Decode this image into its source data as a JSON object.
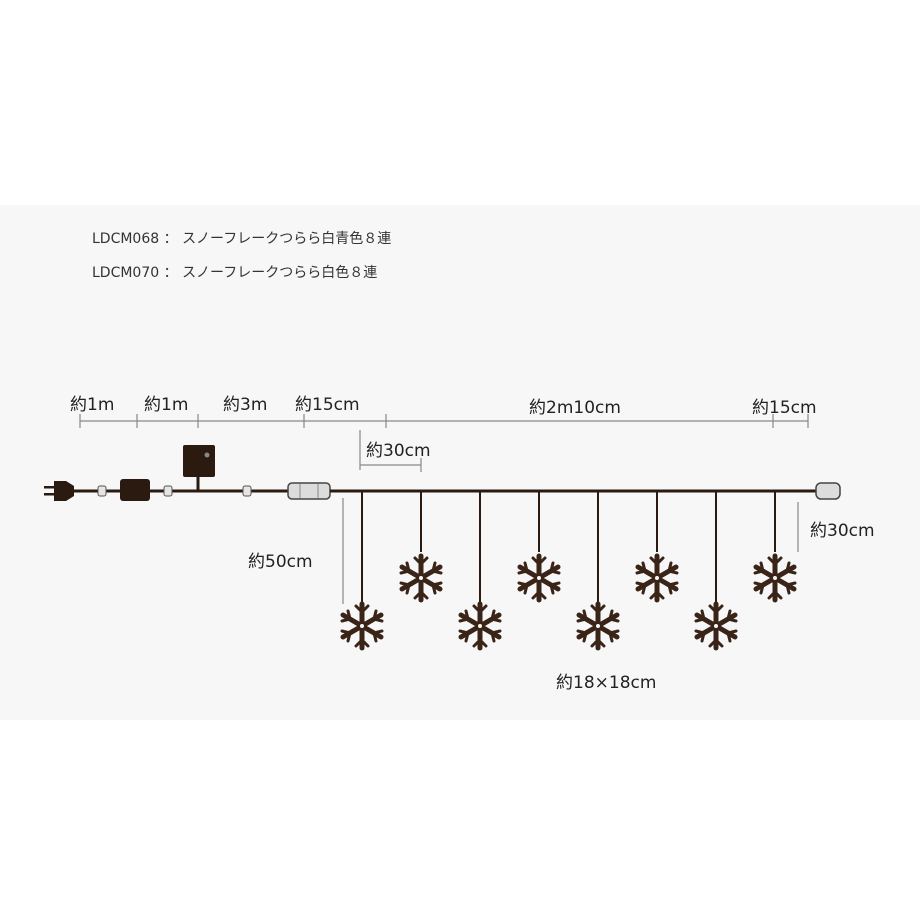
{
  "models": [
    {
      "code": "LDCM068",
      "separator": "：",
      "name": "スノーフレークつらら白青色８連"
    },
    {
      "code": "LDCM070",
      "separator": "：",
      "name": "スノーフレークつらら白色８連"
    }
  ],
  "dimensions": {
    "cord_1": "約1m",
    "cord_2": "約1m",
    "cord_3": "約3m",
    "lead": "約15cm",
    "main_span": "約2m10cm",
    "tail": "約15cm",
    "strand_spacing": "約30cm",
    "drop_length": "約50cm",
    "tail_drop": "約30cm",
    "motif_size": "約18×18cm"
  },
  "colors": {
    "cable": "#2a1a10",
    "motif": "#3a2418",
    "dimension_line": "#888888",
    "text": "#222222"
  },
  "strands": {
    "count": 8
  },
  "icons": [
    "power-plug-icon",
    "controller-icon",
    "connector-icon",
    "snowflake-icon"
  ]
}
